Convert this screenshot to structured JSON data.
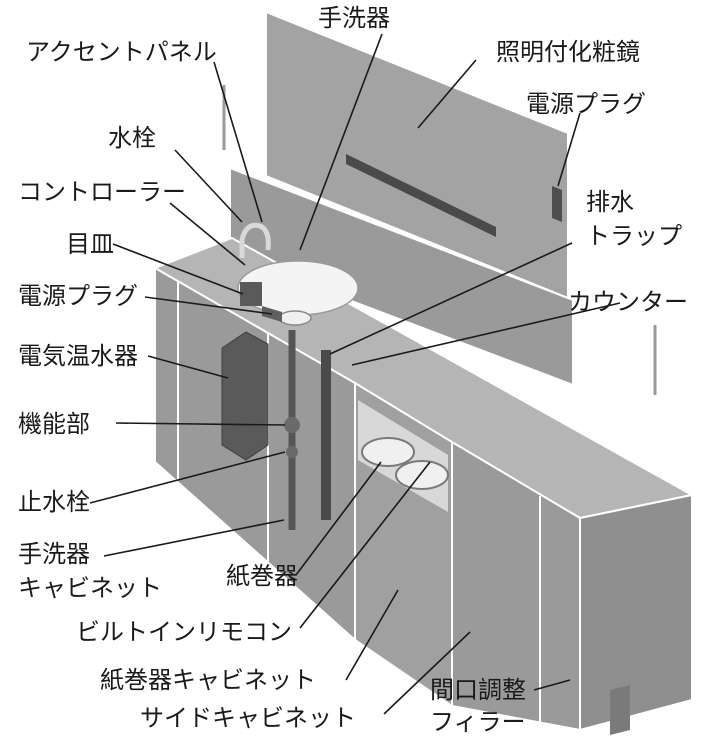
{
  "labels": {
    "tesenki": "手洗器",
    "accent_panel": "アクセントパネル",
    "lighted_mirror": "照明付化粧鏡",
    "faucet": "水栓",
    "power_plug_top": "電源プラグ",
    "controller": "コントローラー",
    "drain_trap_line1": "排水",
    "drain_trap_line2": "トラップ",
    "cover_plate": "目皿",
    "power_plug_left": "電源プラグ",
    "counter": "カウンター",
    "water_heater": "電気温水器",
    "function_unit": "機能部",
    "stop_valve": "止水栓",
    "hand_wash_cabinet_line1": "手洗器",
    "hand_wash_cabinet_line2": "キャビネット",
    "paper_holder": "紙巻器",
    "built_in_remote": "ビルトインリモコン",
    "paper_holder_cabinet": "紙巻器キャビネット",
    "side_cabinet": "サイドキャビネット",
    "width_filler_line1": "間口調整",
    "width_filler_line2": "フィラー"
  },
  "colors": {
    "panel_gray": "#9a9a9a",
    "panel_dark": "#808080",
    "counter_top": "#b5b5b5",
    "basin": "#f4f4f4",
    "heater": "#5a5a5a",
    "line": "#1a1a1a",
    "edge": "#ffffff"
  }
}
